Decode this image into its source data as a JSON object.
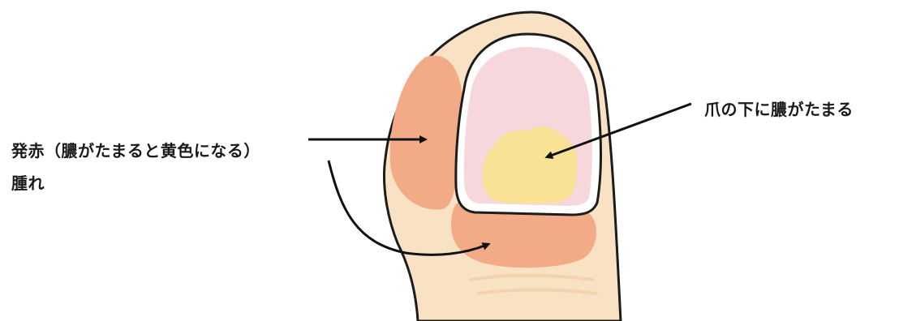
{
  "labels": {
    "redness": "発赤（膿がたまると黄色になる）",
    "swelling": "腫れ",
    "pus_under_nail": "爪の下に膿がたまる"
  },
  "colors": {
    "skin": "#f9e2c4",
    "skin_outline": "#1c1c1c",
    "redness": "#f2ab86",
    "nail_bed": "#f6d8dc",
    "nail_rim": "#ffffff",
    "pus": "#f9e195",
    "arrow": "#111111"
  }
}
